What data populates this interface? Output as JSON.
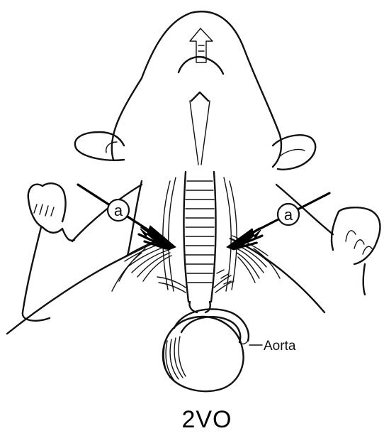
{
  "figure": {
    "marker_a_left": "a",
    "marker_a_right": "a",
    "aorta_label": "Aorta",
    "caption": "2VO"
  },
  "icons": {
    "clamp_left": "arrow-clamp-icon",
    "clamp_right": "arrow-clamp-icon",
    "head_arrow": "up-arrow-icon"
  }
}
